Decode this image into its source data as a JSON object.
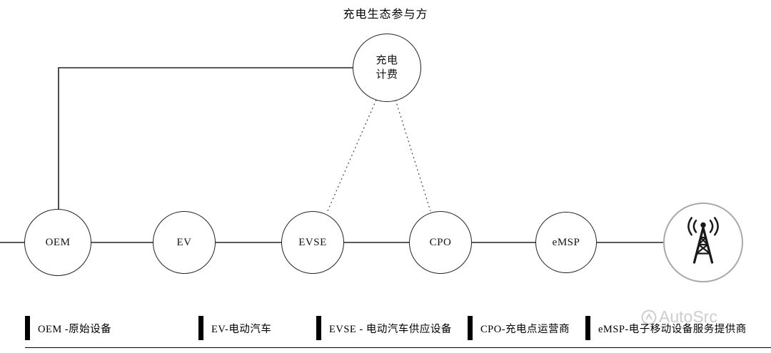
{
  "title": "充电生态参与方",
  "nodes": {
    "billing": {
      "line1": "充电",
      "line2": "计费"
    },
    "oem": "OEM",
    "ev": "EV",
    "evse": "EVSE",
    "cpo": "CPO",
    "emsp": "eMSP",
    "network": {
      "icon": "radio-tower-icon"
    }
  },
  "legend": [
    {
      "label": "OEM -原始设备"
    },
    {
      "label": "EV-电动汽车"
    },
    {
      "label": "EVSE - 电动汽车供应设备"
    },
    {
      "label": "CPO-充电点运营商"
    },
    {
      "label": "eMSP-电子移动设备服务提供商"
    }
  ],
  "watermark": {
    "text": "AutoSrc"
  },
  "colors": {
    "line": "#222222",
    "dotted_line": "#444444",
    "network_circle_border": "#a9a9a9",
    "legend_bar": "#000000",
    "watermark": "#cdcdcd"
  }
}
